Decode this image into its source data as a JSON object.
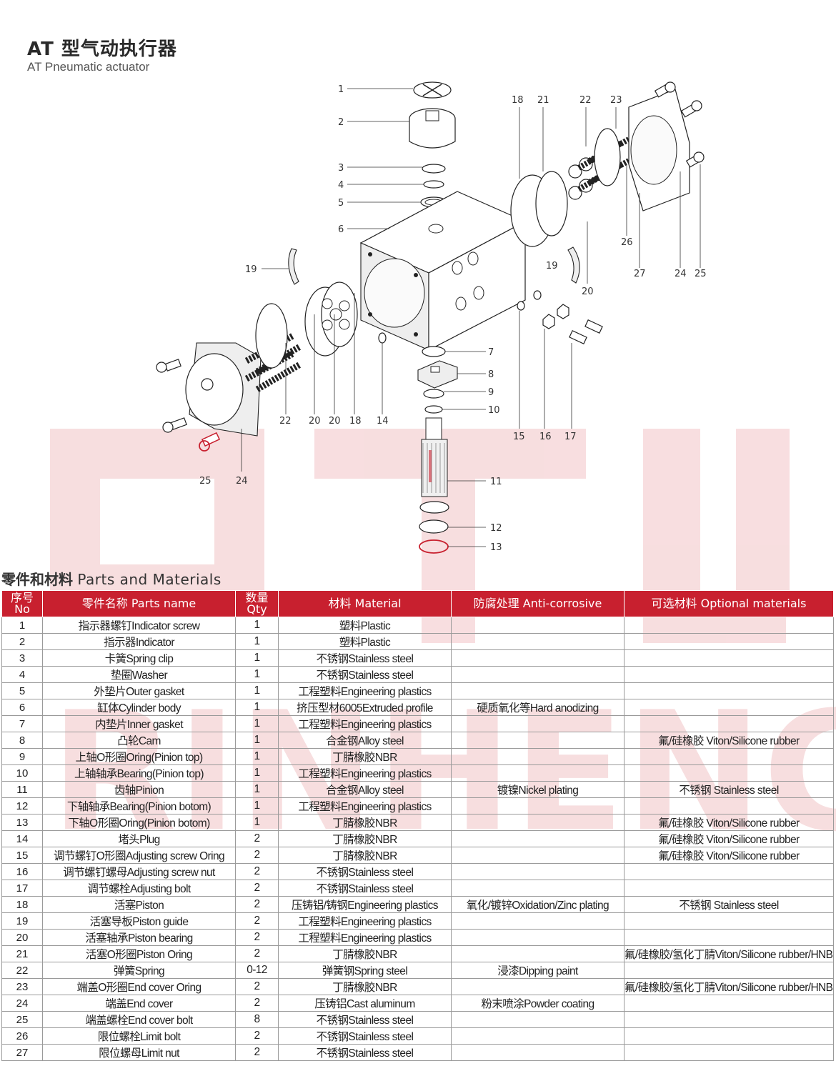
{
  "header": {
    "title_cn": "AT 型气动执行器",
    "title_en": "AT Pneumatic actuator"
  },
  "diagram_labels": [
    "1",
    "2",
    "3",
    "4",
    "5",
    "6",
    "7",
    "8",
    "9",
    "10",
    "11",
    "12",
    "13",
    "14",
    "15",
    "16",
    "17",
    "18",
    "19",
    "20",
    "21",
    "22",
    "23",
    "24",
    "25",
    "26",
    "27"
  ],
  "watermark": {
    "text1": "RTG",
    "text2": "RINHENG",
    "color": "#f3c9cc"
  },
  "section": {
    "title_cn": "零件和材料",
    "title_en": "Parts and Materials"
  },
  "table": {
    "headers": {
      "no": "序号\nNo",
      "name": "零件名称 Parts name",
      "qty": "数量\nQty",
      "material": "材料 Material",
      "anti": "防腐处理 Anti-corrosive",
      "optional": "可选材料 Optional materials"
    },
    "rows": [
      [
        "1",
        "指示器螺钉Indicator screw",
        "1",
        "塑料Plastic",
        "",
        ""
      ],
      [
        "2",
        "指示器Indicator",
        "1",
        "塑料Plastic",
        "",
        ""
      ],
      [
        "3",
        "卡簧Spring clip",
        "1",
        "不锈钢Stainless steel",
        "",
        ""
      ],
      [
        "4",
        "垫圈Washer",
        "1",
        "不锈钢Stainless steel",
        "",
        ""
      ],
      [
        "5",
        "外垫片Outer gasket",
        "1",
        "工程塑料Engineering plastics",
        "",
        ""
      ],
      [
        "6",
        "缸体Cylinder body",
        "1",
        "挤压型材6005Extruded profile",
        "硬质氧化等Hard anodizing",
        ""
      ],
      [
        "7",
        "内垫片Inner gasket",
        "1",
        "工程塑料Engineering plastics",
        "",
        ""
      ],
      [
        "8",
        "凸轮Cam",
        "1",
        "合金钢Alloy steel",
        "",
        "氟/硅橡胶 Viton/Silicone rubber"
      ],
      [
        "9",
        "上轴O形圈Oring(Pinion top)",
        "1",
        "丁腈橡胶NBR",
        "",
        ""
      ],
      [
        "10",
        "上轴轴承Bearing(Pinion top)",
        "1",
        "工程塑料Engineering plastics",
        "",
        ""
      ],
      [
        "11",
        "齿轴Pinion",
        "1",
        "合金钢Alloy steel",
        "镀镍Nickel plating",
        "不锈钢 Stainless steel"
      ],
      [
        "12",
        "下轴轴承Bearing(Pinion botom)",
        "1",
        "工程塑料Engineering plastics",
        "",
        ""
      ],
      [
        "13",
        "下轴O形圈Oring(Pinion botom)",
        "1",
        "丁腈橡胶NBR",
        "",
        "氟/硅橡胶 Viton/Silicone rubber"
      ],
      [
        "14",
        "堵头Plug",
        "2",
        "丁腈橡胶NBR",
        "",
        "氟/硅橡胶 Viton/Silicone rubber"
      ],
      [
        "15",
        "调节螺钉O形圈Adjusting screw Oring",
        "2",
        "丁腈橡胶NBR",
        "",
        "氟/硅橡胶 Viton/Silicone rubber"
      ],
      [
        "16",
        "调节螺钉螺母Adjusting screw nut",
        "2",
        "不锈钢Stainless steel",
        "",
        ""
      ],
      [
        "17",
        "调节螺栓Adjusting bolt",
        "2",
        "不锈钢Stainless steel",
        "",
        ""
      ],
      [
        "18",
        "活塞Piston",
        "2",
        "压铸铝/铸钢Engineering plastics",
        "氧化/镀锌Oxidation/Zinc plating",
        "不锈钢 Stainless steel"
      ],
      [
        "19",
        "活塞导板Piston guide",
        "2",
        "工程塑料Engineering plastics",
        "",
        ""
      ],
      [
        "20",
        "活塞轴承Piston bearing",
        "2",
        "工程塑料Engineering plastics",
        "",
        ""
      ],
      [
        "21",
        "活塞O形圈Piston Oring",
        "2",
        "丁腈橡胶NBR",
        "",
        "氟/硅橡胶/氢化丁腈Viton/Silicone rubber/HNBR"
      ],
      [
        "22",
        "弹簧Spring",
        "0-12",
        "弹簧钢Spring steel",
        "浸漆Dipping paint",
        ""
      ],
      [
        "23",
        "端盖O形圈End cover Oring",
        "2",
        "丁腈橡胶NBR",
        "",
        "氟/硅橡胶/氢化丁腈Viton/Silicone rubber/HNBR"
      ],
      [
        "24",
        "端盖End cover",
        "2",
        "压铸铝Cast aluminum",
        "粉末喷涂Powder coating",
        ""
      ],
      [
        "25",
        "端盖螺栓End cover bolt",
        "8",
        "不锈钢Stainless steel",
        "",
        ""
      ],
      [
        "26",
        "限位螺栓Limit bolt",
        "2",
        "不锈钢Stainless steel",
        "",
        ""
      ],
      [
        "27",
        "限位螺母Limit nut",
        "2",
        "不锈钢Stainless steel",
        "",
        ""
      ]
    ]
  }
}
